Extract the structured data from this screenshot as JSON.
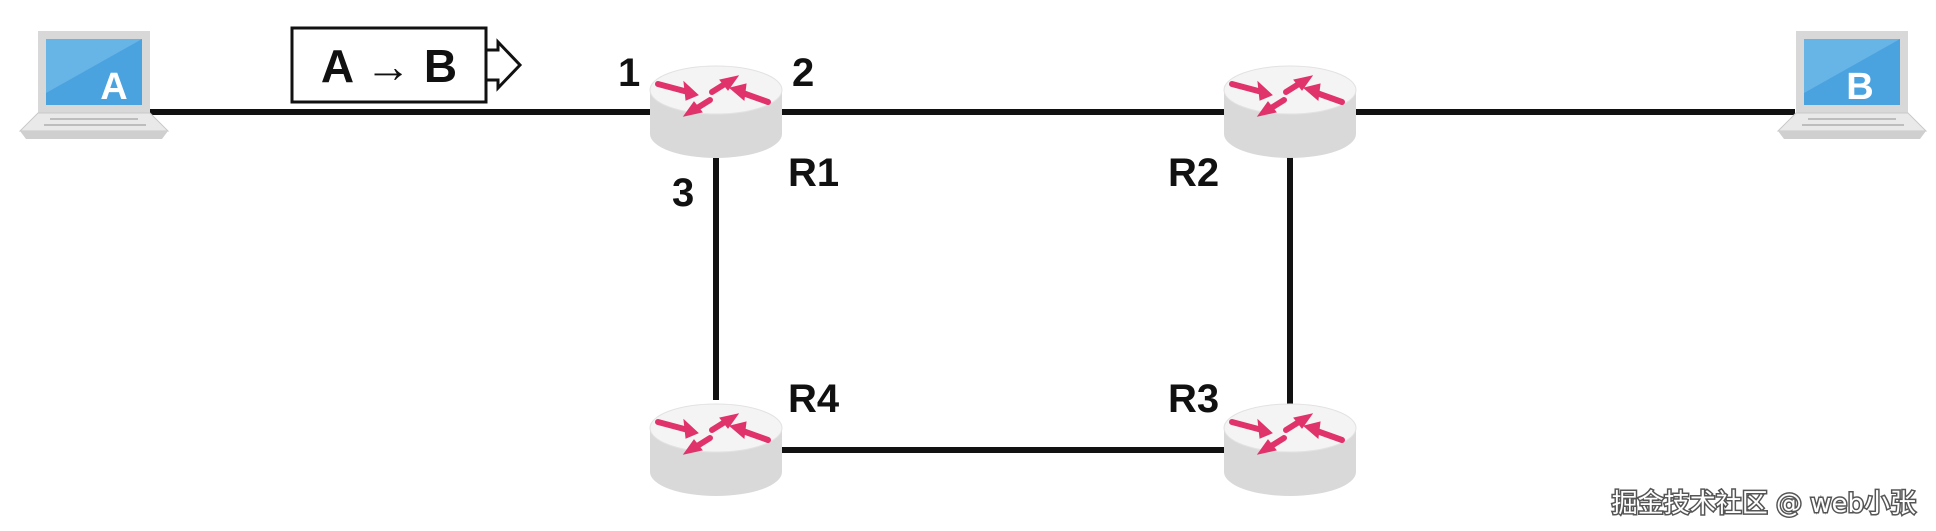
{
  "colors": {
    "line": "#111111",
    "arrow": "#e0336b",
    "router_top": "#f4f4f4",
    "router_side": "#d9d9d9",
    "screen": "#4aa3df",
    "laptop_body": "#e9e9e9"
  },
  "hosts": {
    "a": {
      "label": "A",
      "icon": "laptop-icon"
    },
    "b": {
      "label": "B",
      "icon": "laptop-icon"
    }
  },
  "packet": {
    "label": "A → B",
    "icon": "hollow-arrow-icon"
  },
  "routers": {
    "r1": {
      "label": "R1",
      "icon": "router-icon"
    },
    "r2": {
      "label": "R2",
      "icon": "router-icon"
    },
    "r3": {
      "label": "R3",
      "icon": "router-icon"
    },
    "r4": {
      "label": "R4",
      "icon": "router-icon"
    }
  },
  "ports": {
    "p1": "1",
    "p2": "2",
    "p3": "3"
  },
  "watermark": "掘金技术社区 @ web小张"
}
